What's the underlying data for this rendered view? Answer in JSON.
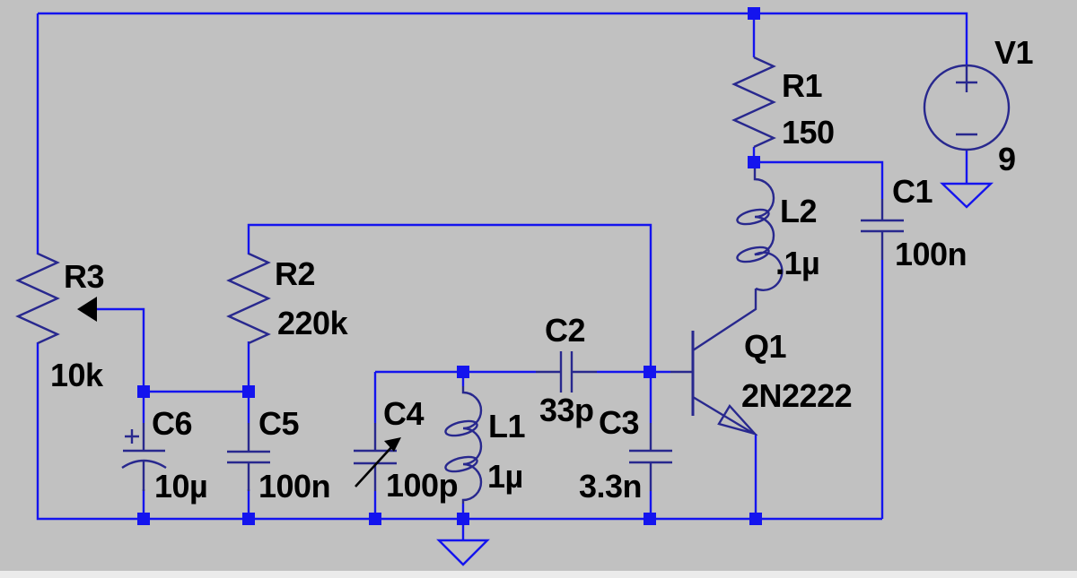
{
  "diagram": {
    "kind": "circuit-schematic",
    "description_visible_only": "LTspice-style schematic canvas"
  },
  "colors": {
    "background": "#C1C1C1",
    "wire": "#1414EE",
    "symbol": "#28288E",
    "text": "#000000",
    "bottom_strip": "#EBEBEB"
  },
  "components": {
    "R1": {
      "name": "R1",
      "value": "150",
      "type": "resistor"
    },
    "R2": {
      "name": "R2",
      "value": "220k",
      "type": "resistor"
    },
    "R3": {
      "name": "R3",
      "value": "10k",
      "type": "potentiometer"
    },
    "C1": {
      "name": "C1",
      "value": "100n",
      "type": "capacitor"
    },
    "C2": {
      "name": "C2",
      "value": "33p",
      "type": "capacitor"
    },
    "C3": {
      "name": "C3",
      "value": "3.3n",
      "type": "capacitor"
    },
    "C4": {
      "name": "C4",
      "value": "100p",
      "type": "variable-capacitor"
    },
    "C5": {
      "name": "C5",
      "value": "100n",
      "type": "capacitor"
    },
    "C6": {
      "name": "C6",
      "value": "10µ",
      "type": "polarized-capacitor"
    },
    "L1": {
      "name": "L1",
      "value": "1µ",
      "type": "inductor"
    },
    "L2": {
      "name": "L2",
      "value": ".1µ",
      "type": "inductor"
    },
    "Q1": {
      "name": "Q1",
      "value": "2N2222",
      "type": "npn-transistor"
    },
    "V1": {
      "name": "V1",
      "value": "9",
      "type": "voltage-source"
    }
  }
}
